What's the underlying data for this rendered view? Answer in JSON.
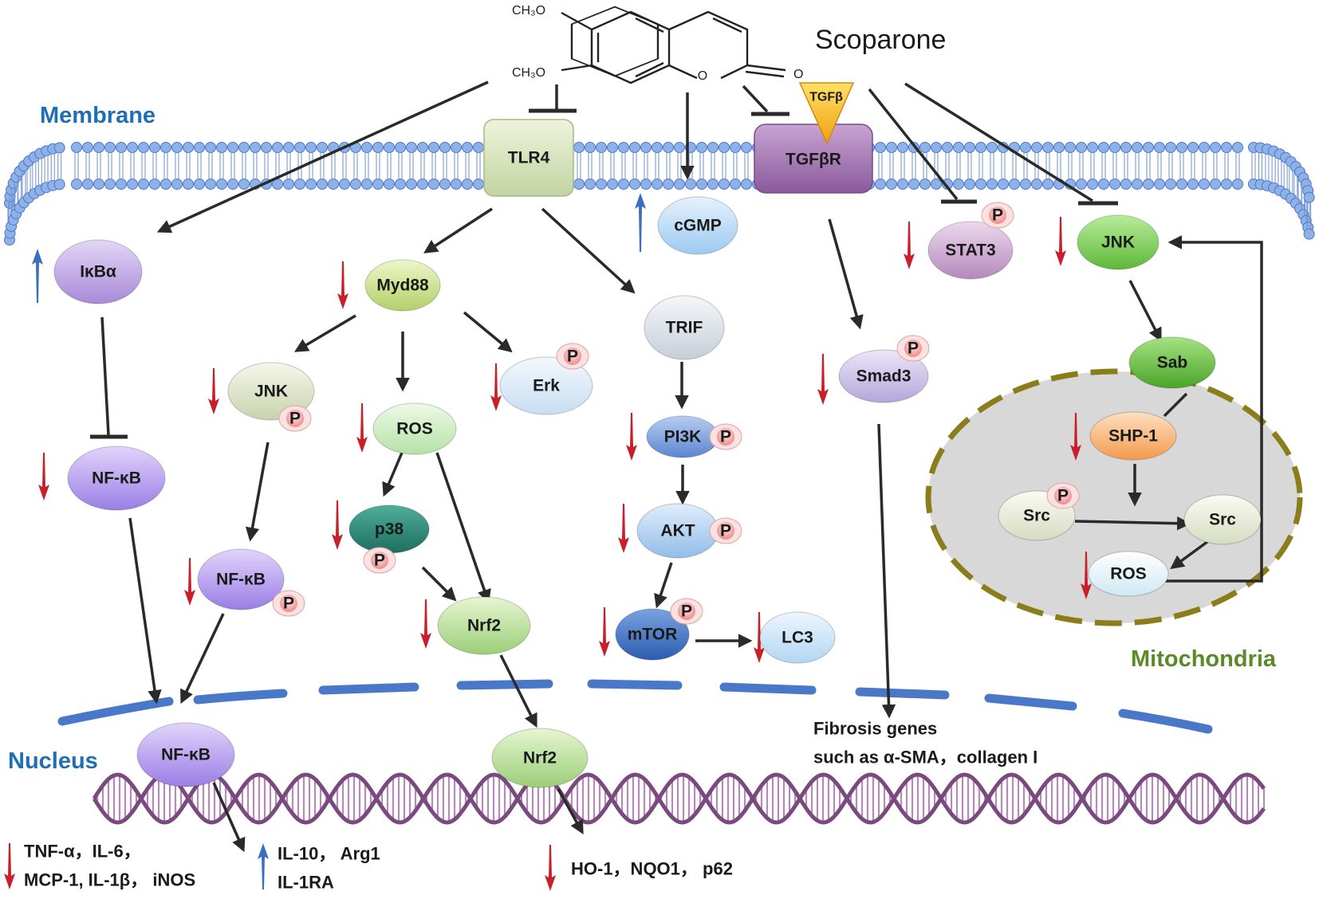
{
  "title": "Scoparone",
  "compound": {
    "methoxy_1": "CH₃O",
    "methoxy_2": "CH₃O",
    "ring_o": "O",
    "carbonyl_o": "O"
  },
  "compartments": {
    "membrane": "Membrane",
    "nucleus": "Nucleus",
    "mitochondria": "Mitochondria"
  },
  "colors": {
    "membrane_label": "#1f6fb8",
    "mito_label": "#5a8a2a",
    "mito_border": "#8b7e1a",
    "mito_fill": "#d8d8d8",
    "arrow": "#2a2a2a",
    "down": "#c8202a",
    "up": "#3a6fc0",
    "nuclear_envelope": "#4a78c8",
    "dna": "#7a4a7e"
  },
  "ligand": {
    "label": "TGFβ"
  },
  "receptors": {
    "tlr4": "TLR4",
    "tgfbr": "TGFβR"
  },
  "nodes": {
    "ikba": "IκBα",
    "nfkb_cyto": "NF-κB",
    "myd88": "Myd88",
    "jnk_cyto": "JNK",
    "ros_cyto": "ROS",
    "erk": "Erk",
    "p38": "p38",
    "nfkb_p": "NF-κB",
    "nrf2_cyto": "Nrf2",
    "cgmp": "cGMP",
    "trif": "TRIF",
    "pi3k": "PI3K",
    "akt": "AKT",
    "mtor": "mTOR",
    "lc3": "LC3",
    "stat3": "STAT3",
    "smad3": "Smad3",
    "jnk_right": "JNK",
    "sab": "Sab",
    "shp1": "SHP-1",
    "src_p": "Src",
    "src": "Src",
    "ros_mito": "ROS",
    "nfkb_nuc": "NF-κB",
    "nrf2_nuc": "Nrf2"
  },
  "phospho_label": "P",
  "outputs": {
    "inflammatory_line1": "TNF-α，IL-6，",
    "inflammatory_line2": "MCP-1, IL-1β， iNOS",
    "antiinflammatory_line1": "IL-10， Arg1",
    "antiinflammatory_line2": "IL-1RA",
    "antioxidant": "HO-1，NQO1， p62",
    "fibrosis_line1": "Fibrosis genes",
    "fibrosis_line2": "such as α-SMA，collagen I"
  }
}
